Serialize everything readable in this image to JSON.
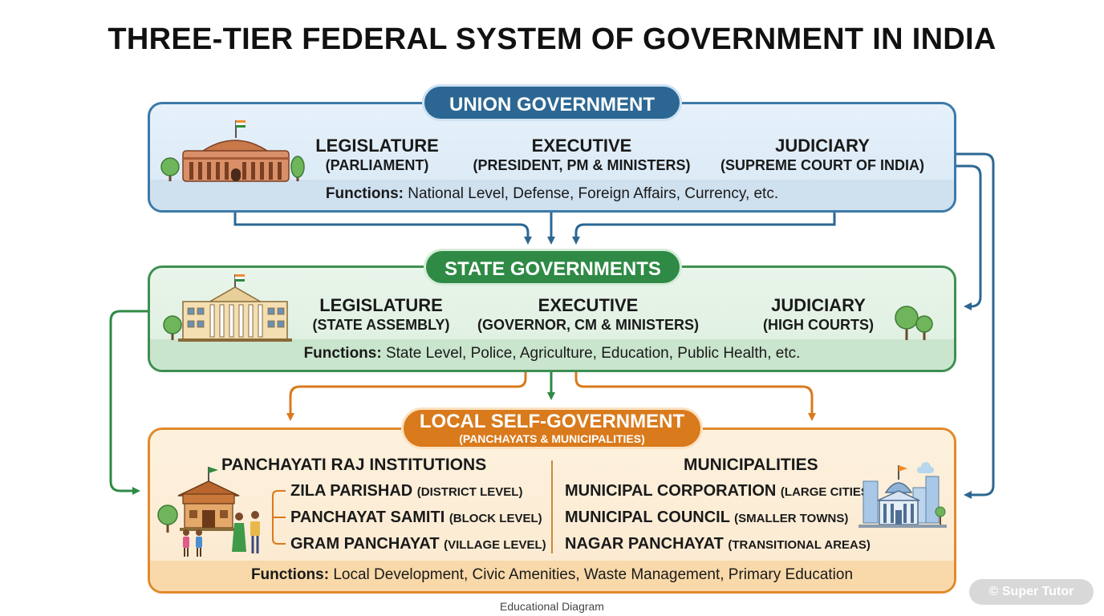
{
  "title": "THREE-TIER FEDERAL SYSTEM OF GOVERNMENT IN INDIA",
  "union": {
    "heading": "UNION GOVERNMENT",
    "branches": [
      {
        "title": "LEGISLATURE",
        "sub": "(PARLIAMENT)"
      },
      {
        "title": "EXECUTIVE",
        "sub": "(PRESIDENT, PM & MINISTERS)"
      },
      {
        "title": "JUDICIARY",
        "sub": "(SUPREME COURT OF INDIA)"
      }
    ],
    "functions_label": "Functions:",
    "functions_text": "National Level, Defense, Foreign Affairs, Currency, etc."
  },
  "state": {
    "heading": "STATE GOVERNMENTS",
    "branches": [
      {
        "title": "LEGISLATURE",
        "sub": "(STATE ASSEMBLY)"
      },
      {
        "title": "EXECUTIVE",
        "sub": "(GOVERNOR, CM & MINISTERS)"
      },
      {
        "title": "JUDICIARY",
        "sub": "(HIGH COURTS)"
      }
    ],
    "functions_label": "Functions:",
    "functions_text": "State Level, Police, Agriculture, Education, Public Health, etc."
  },
  "local": {
    "heading": "LOCAL SELF-GOVERNMENT",
    "subheading": "(PANCHAYATS & MUNICIPALITIES)",
    "panchayati": {
      "title": "PANCHAYATI RAJ INSTITUTIONS",
      "items": [
        {
          "name": "ZILA PARISHAD",
          "level": "(DISTRICT LEVEL)"
        },
        {
          "name": "PANCHAYAT SAMITI",
          "level": "(BLOCK LEVEL)"
        },
        {
          "name": "GRAM PANCHAYAT",
          "level": "(VILLAGE LEVEL)"
        }
      ]
    },
    "municipalities": {
      "title": "MUNICIPALITIES",
      "items": [
        {
          "name": "MUNICIPAL CORPORATION",
          "level": "(LARGE CITIES)"
        },
        {
          "name": "MUNICIPAL COUNCIL",
          "level": "(SMALLER TOWNS)"
        },
        {
          "name": "NAGAR PANCHAYAT",
          "level": "(TRANSITIONAL AREAS)"
        }
      ]
    },
    "functions_label": "Functions:",
    "functions_text": "Local Development, Civic Amenities, Waste Management, Primary Education"
  },
  "caption": "Educational Diagram",
  "watermark": "© Super Tutor",
  "icons": {
    "parliament": "parliament-building-icon",
    "assembly": "state-assembly-building-icon",
    "panchayat": "panchayat-hut-icon",
    "city": "city-hall-icon",
    "tree": "tree-icon",
    "people": "villagers-icon"
  },
  "colors": {
    "union": "#2c6793",
    "state": "#2e8a45",
    "local": "#d97a1c"
  }
}
